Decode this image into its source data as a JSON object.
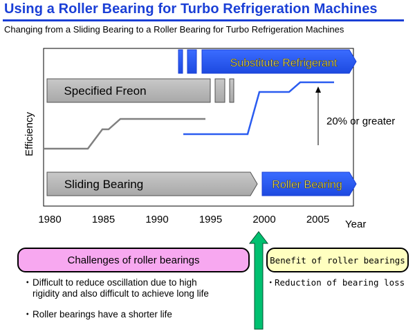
{
  "header": {
    "title": "Using a Roller Bearing for Turbo Refrigeration Machines",
    "subtitle": "Changing from a Sliding Bearing to a Roller Bearing for Turbo Refrigeration Machines"
  },
  "diagram": {
    "y_label": "Efficiency",
    "x_label": "Year",
    "x_ticks": [
      "1980",
      "1985",
      "1990",
      "1995",
      "2000",
      "2005"
    ],
    "x_range": [
      1980,
      2009
    ],
    "bars": {
      "substitute_refrigerant": "Substitute Refrigerant",
      "specified_freon": "Specified Freon",
      "sliding_bearing": "Sliding Bearing",
      "roller_bearing": "Roller Bearing"
    },
    "annotation": "20% or greater"
  },
  "challenges": {
    "title": "Challenges of roller bearings",
    "bullet_mark": "・",
    "items": [
      "Difficult to reduce oscillation due to high",
      "rigidity and also difficult to achieve long life",
      "Roller bearings have a shorter life"
    ]
  },
  "benefit": {
    "title": "Benefit of roller bearings",
    "bullet_mark": "・",
    "item": "Reduction of bearing loss"
  },
  "colors": {
    "title_blue": "#1a3fd6",
    "bar_blue": "#2a5cf0",
    "bar_gray": "#b4b4b4",
    "line_gray": "#808080",
    "arrow_green": "#00c070",
    "pink": "#f7a8f0",
    "yellow": "#ffffc0"
  }
}
